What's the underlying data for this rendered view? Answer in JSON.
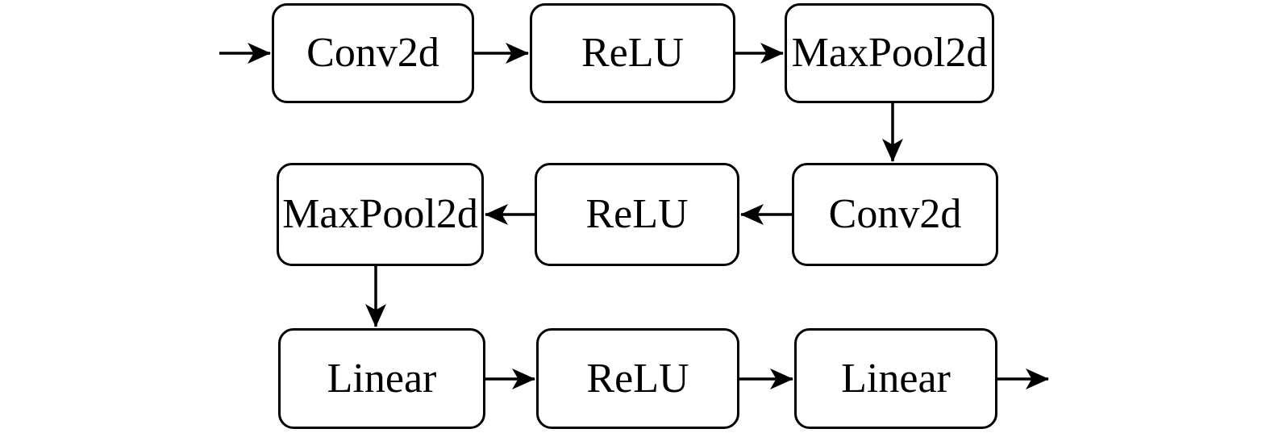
{
  "diagram": {
    "colors": {
      "background": "#ffffff",
      "node_fill": "#ffffff",
      "node_stroke": "#000000",
      "text": "#000000",
      "arrow": "#000000"
    },
    "nodes": [
      {
        "id": "conv2d-1",
        "label": "Conv2d"
      },
      {
        "id": "relu-1",
        "label": "ReLU"
      },
      {
        "id": "maxpool2d-1",
        "label": "MaxPool2d"
      },
      {
        "id": "maxpool2d-2",
        "label": "MaxPool2d"
      },
      {
        "id": "relu-2",
        "label": "ReLU"
      },
      {
        "id": "conv2d-2",
        "label": "Conv2d"
      },
      {
        "id": "linear-1",
        "label": "Linear"
      },
      {
        "id": "relu-3",
        "label": "ReLU"
      },
      {
        "id": "linear-2",
        "label": "Linear"
      }
    ],
    "edges": [
      {
        "from": "input",
        "to": "conv2d-1"
      },
      {
        "from": "conv2d-1",
        "to": "relu-1"
      },
      {
        "from": "relu-1",
        "to": "maxpool2d-1"
      },
      {
        "from": "maxpool2d-1",
        "to": "conv2d-2"
      },
      {
        "from": "conv2d-2",
        "to": "relu-2"
      },
      {
        "from": "relu-2",
        "to": "maxpool2d-2"
      },
      {
        "from": "maxpool2d-2",
        "to": "linear-1"
      },
      {
        "from": "linear-1",
        "to": "relu-3"
      },
      {
        "from": "relu-3",
        "to": "linear-2"
      },
      {
        "from": "linear-2",
        "to": "output"
      }
    ]
  }
}
